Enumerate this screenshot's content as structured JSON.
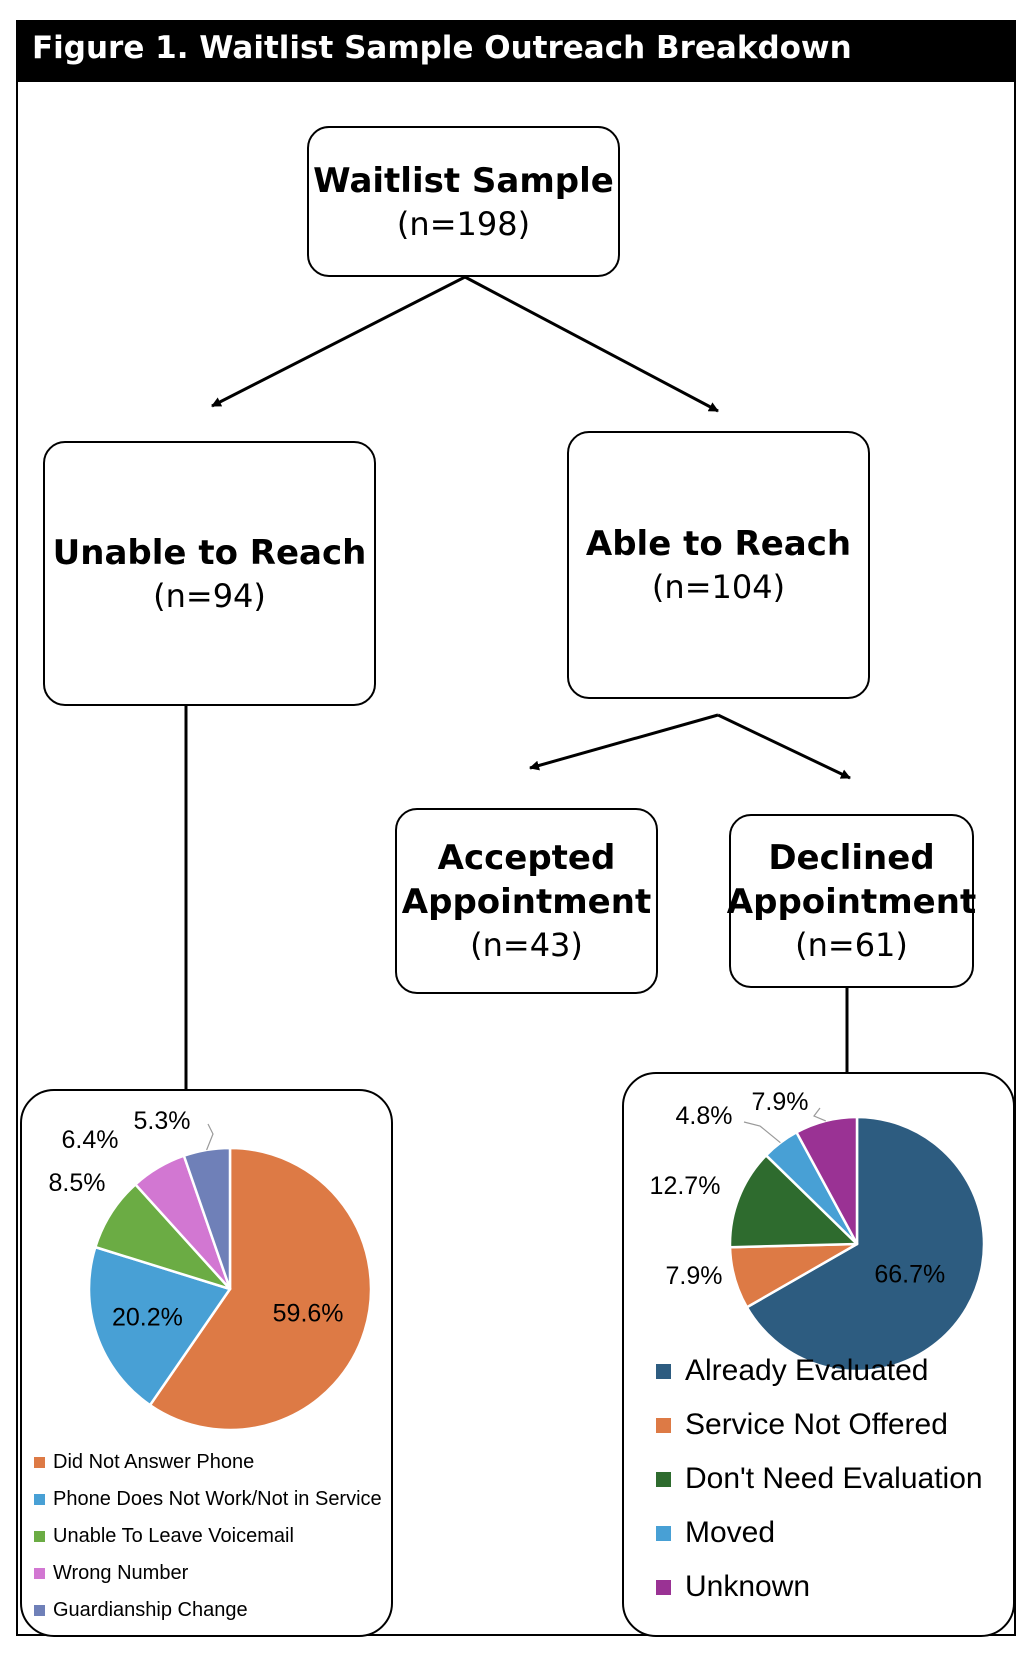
{
  "figure_title": "Figure 1. Waitlist Sample Outreach Breakdown",
  "nodes": {
    "waitlist": {
      "title": "Waitlist Sample",
      "n": "(n=198)"
    },
    "unable": {
      "title": "Unable to Reach",
      "n": "(n=94)"
    },
    "able": {
      "title": "Able to Reach",
      "n": "(n=104)"
    },
    "accepted": {
      "title": "Accepted Appointment",
      "title_lines": [
        "Accepted",
        "Appointment"
      ],
      "n": "(n=43)"
    },
    "declined": {
      "title": "Declined Appointment",
      "title_lines": [
        "Declined",
        "Appointment"
      ],
      "n": "(n=61)"
    }
  },
  "chart_data": [
    {
      "type": "pie",
      "title": "",
      "start_angle_deg": 0,
      "direction": "clockwise",
      "legend_position": "bottom",
      "slices": [
        {
          "label": "Did Not Answer Phone",
          "value": 59.6,
          "display": "59.6%",
          "color": "#DD7A45"
        },
        {
          "label": "Phone Does Not Work/Not in Service",
          "value": 20.2,
          "display": "20.2%",
          "color": "#48A0D5"
        },
        {
          "label": "Unable To Leave Voicemail",
          "value": 8.5,
          "display": "8.5%",
          "color": "#6BAC44"
        },
        {
          "label": "Wrong Number",
          "value": 6.4,
          "display": "6.4%",
          "color": "#D277D2"
        },
        {
          "label": "Guardianship Change",
          "value": 5.3,
          "display": "5.3%",
          "color": "#6F80B8"
        }
      ]
    },
    {
      "type": "pie",
      "title": "",
      "start_angle_deg": 0,
      "direction": "clockwise",
      "legend_position": "bottom",
      "slices": [
        {
          "label": "Already Evaluated",
          "value": 66.7,
          "display": "66.7%",
          "color": "#2D5C80"
        },
        {
          "label": "Service Not Offered",
          "value": 7.9,
          "display": "7.9%",
          "color": "#DD7A45"
        },
        {
          "label": "Don't Need Evaluation",
          "value": 12.7,
          "display": "12.7%",
          "color": "#2E6B2E"
        },
        {
          "label": "Moved",
          "value": 4.8,
          "display": "4.8%",
          "color": "#48A0D5"
        },
        {
          "label": "Unknown",
          "value": 7.9,
          "display": "7.9%",
          "color": "#9A3294"
        }
      ]
    }
  ]
}
